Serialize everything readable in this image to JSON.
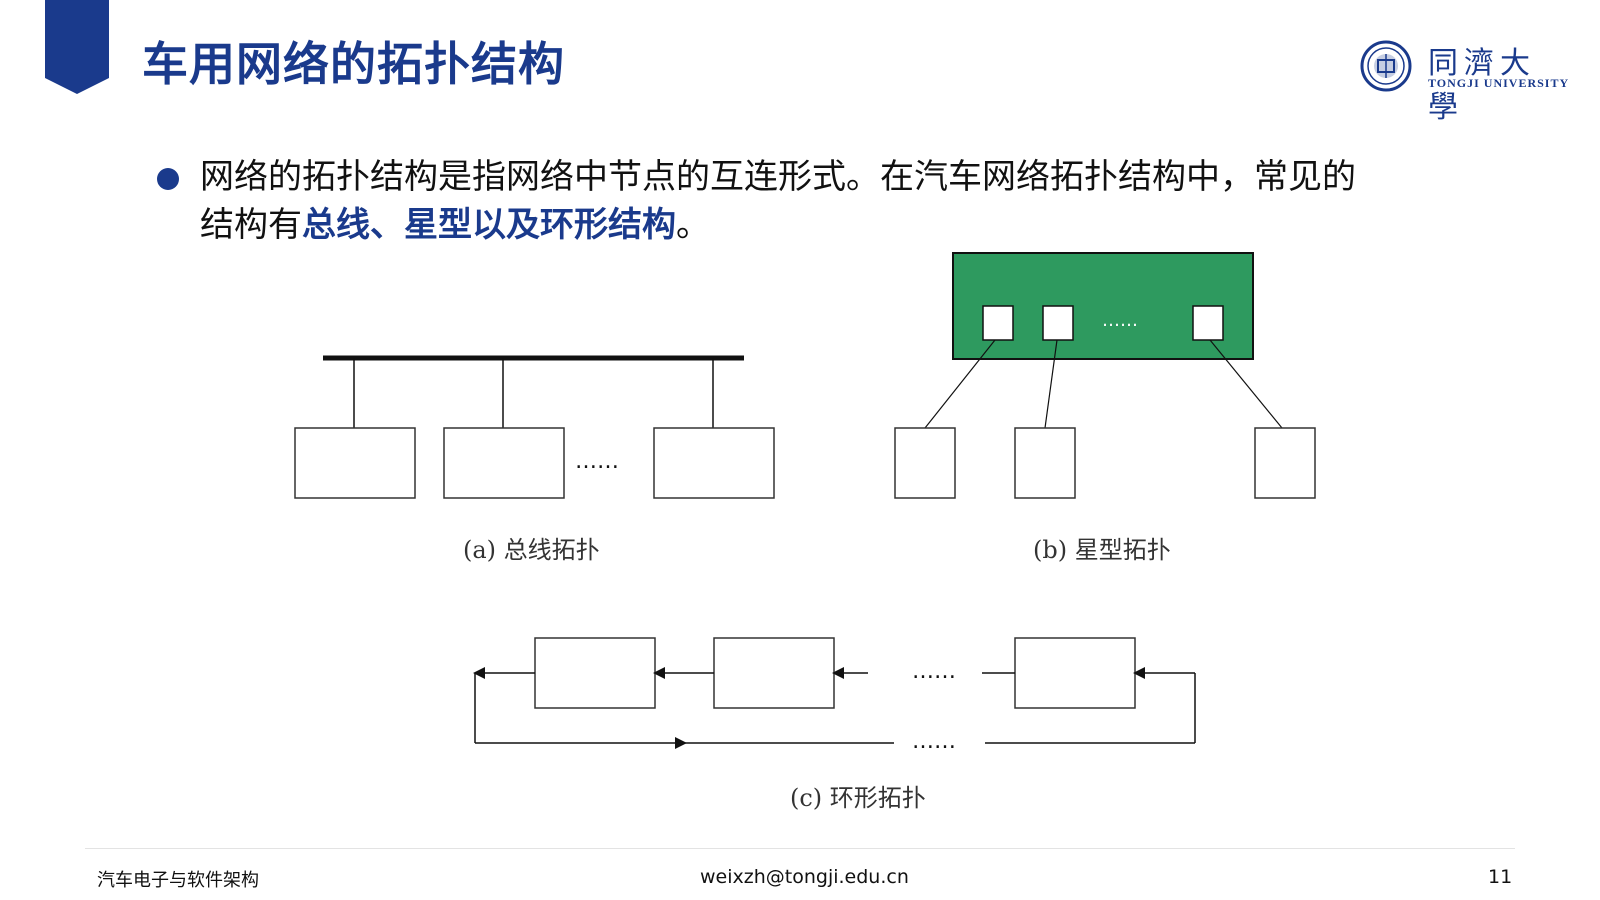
{
  "header": {
    "title": "车用网络的拓扑结构"
  },
  "logo": {
    "name_cn": "同濟大學",
    "name_en": "TONGJI UNIVERSITY"
  },
  "bullet": {
    "text_plain": "网络的拓扑结构是指网络中节点的互连形式。在汽车网络拓扑结构中，常见的结构有",
    "text_highlight": "总线、星型以及环形结构",
    "text_end": "。"
  },
  "diagram": {
    "bus_dots": "……",
    "star_dots": "……",
    "ring_dots_top": "……",
    "ring_dots_bottom": "……",
    "caption_bus": "(a) 总线拓扑",
    "caption_star": "(b) 星型拓扑",
    "caption_ring": "(c) 环形拓扑"
  },
  "footer": {
    "course": "汽车电子与软件架构",
    "email": "weixzh@tongji.edu.cn",
    "page_number": "11"
  },
  "colors": {
    "brand_blue": "#1a3a8c",
    "star_hub_green": "#2e9a5f"
  }
}
